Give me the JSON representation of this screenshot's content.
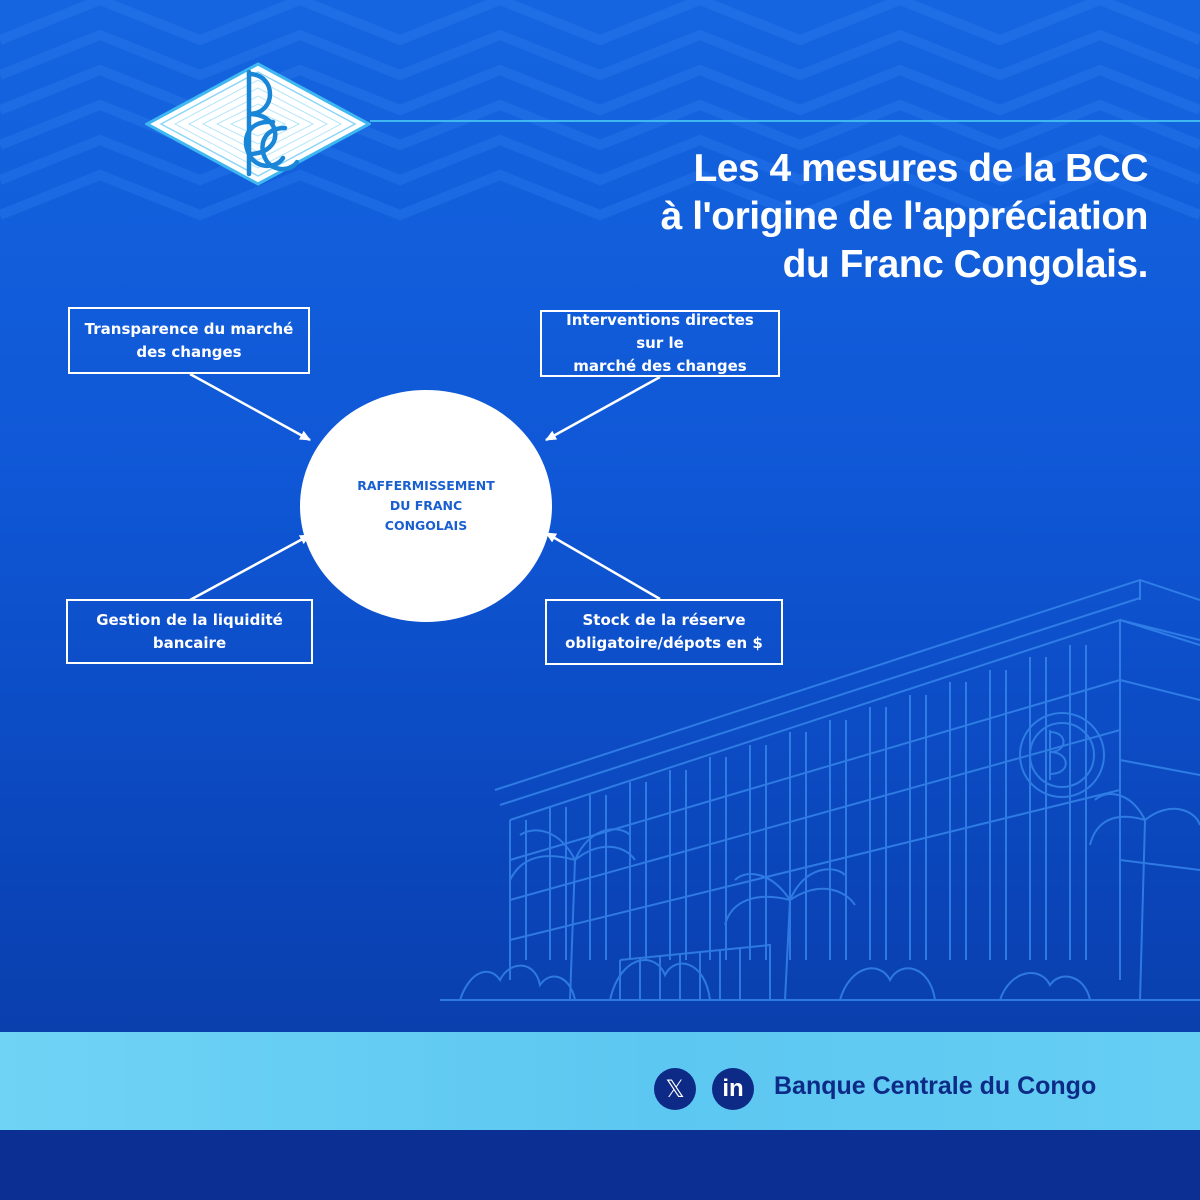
{
  "header": {
    "title_lines": [
      "Les 4 mesures de la BCC",
      "à l'origine de l'appréciation",
      "du Franc Congolais."
    ]
  },
  "diagram": {
    "center": "RAFFERMISSEMENT DU FRANC CONGOLAIS",
    "measures": [
      {
        "lines": [
          "Transparence du marché",
          "des changes"
        ]
      },
      {
        "lines": [
          "Interventions directes sur le",
          "marché des changes"
        ]
      },
      {
        "lines": [
          "Gestion de la liquidité",
          "bancaire"
        ]
      },
      {
        "lines": [
          "Stock de la réserve",
          "obligatoire/dépots en $"
        ]
      }
    ]
  },
  "footer": {
    "social_icons": [
      "x-icon",
      "linkedin-icon"
    ],
    "x_glyph": "𝕏",
    "linkedin_glyph": "in",
    "brand": "Banque Centrale du Congo"
  },
  "colors": {
    "background": "#1565e0",
    "accent_light": "#5cc7f1",
    "navy": "#0c2a86",
    "circle_text": "#1a5fd0"
  }
}
